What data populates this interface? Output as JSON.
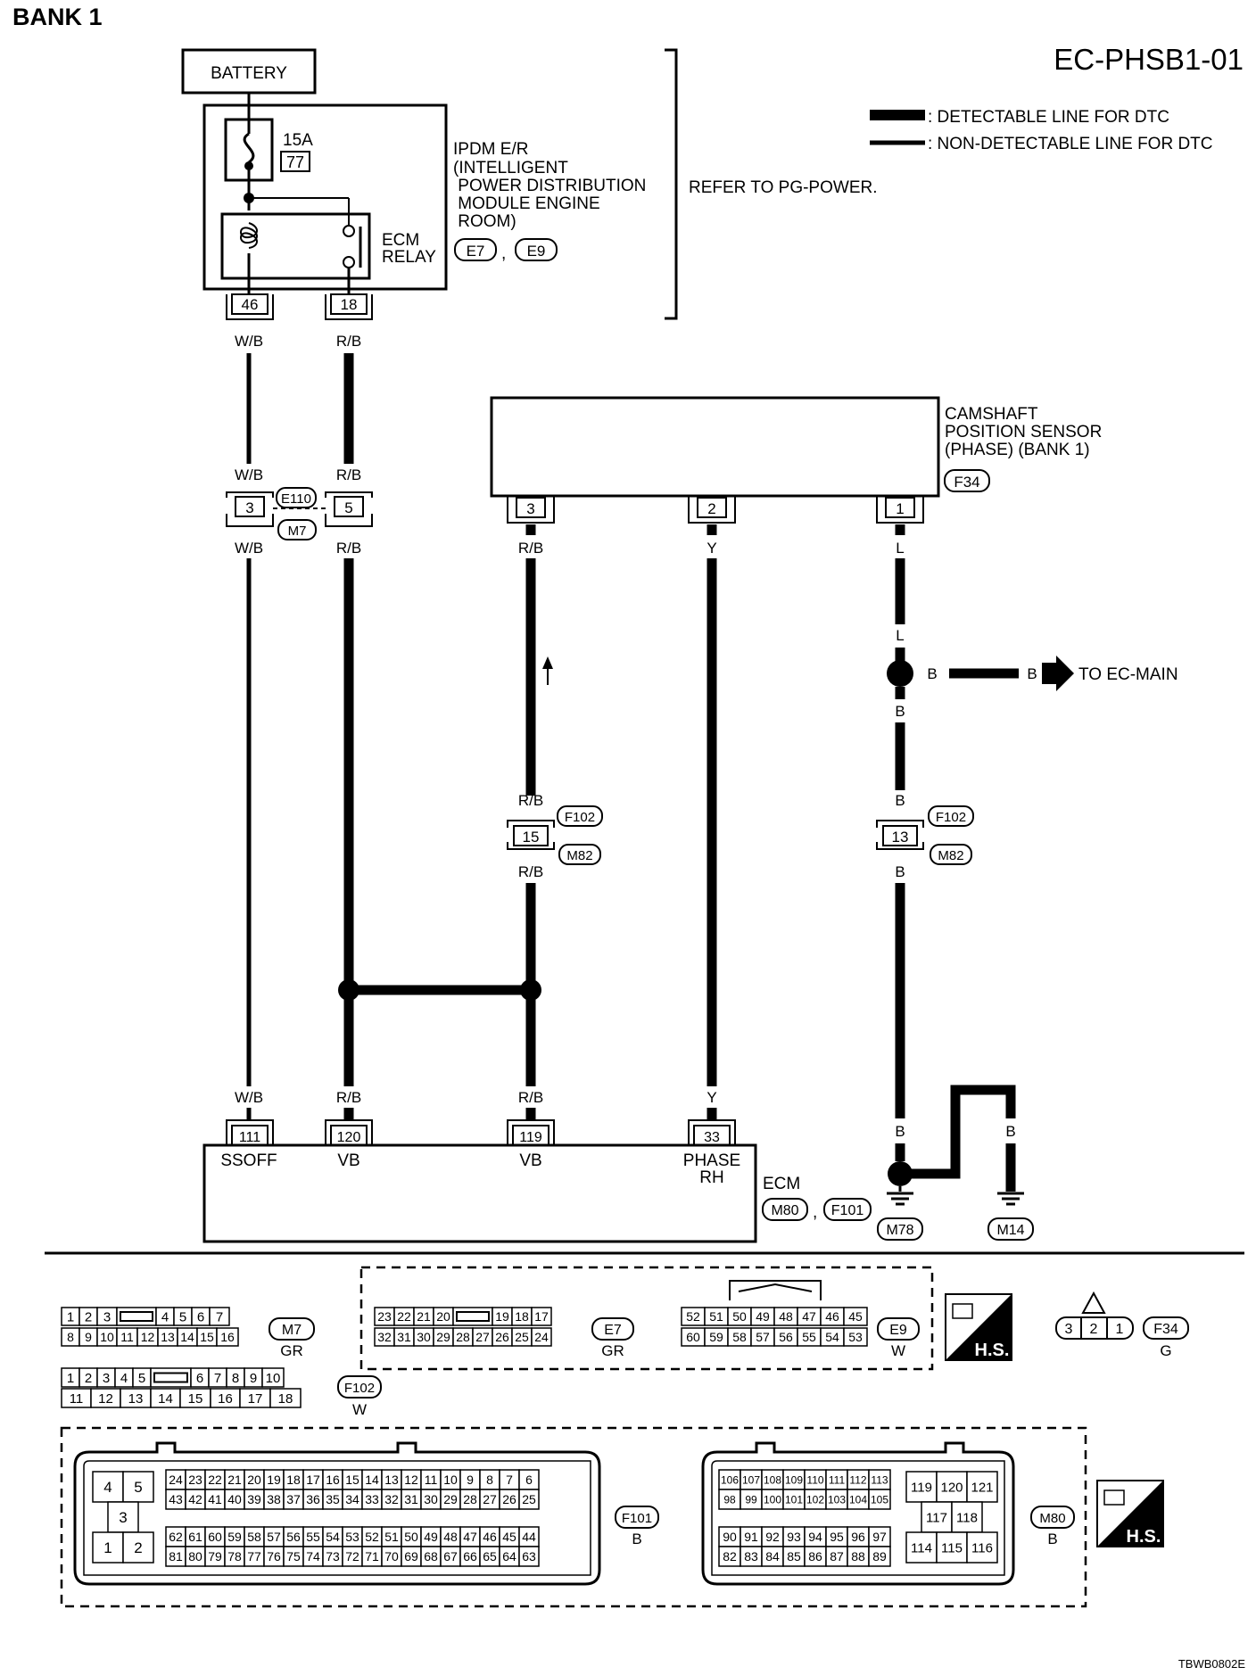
{
  "page_title": "BANK 1",
  "diagram_code": "EC-PHSB1-01",
  "footer_code": "TBWB0802E",
  "legend": {
    "detectable": ": DETECTABLE LINE FOR DTC",
    "non_detectable": ": NON-DETECTABLE LINE FOR DTC"
  },
  "refer_text": "REFER TO PG-POWER.",
  "battery": {
    "label": "BATTERY"
  },
  "ipdm": {
    "fuse_amp": "15A",
    "fuse_no": "77",
    "relay_label_1": "ECM",
    "relay_label_2": "RELAY",
    "name_lines": [
      "IPDM E/R",
      "(INTELLIGENT",
      " POWER DISTRIBUTION",
      " MODULE ENGINE",
      " ROOM)"
    ],
    "connector_1": "E7",
    "connector_sep": ",",
    "connector_2": "E9",
    "pin_left": "46",
    "pin_right": "18"
  },
  "sensor": {
    "name_lines": [
      "CAMSHAFT",
      "POSITION SENSOR",
      "(PHASE) (BANK 1)"
    ],
    "connector": "F34",
    "pins": [
      "3",
      "2",
      "1"
    ]
  },
  "wires": {
    "wb": "W/B",
    "rb": "R/B",
    "y": "Y",
    "l": "L",
    "b": "B"
  },
  "joint_e110": {
    "pin_left": "3",
    "pin_right": "5",
    "conn_top": "E110",
    "conn_bottom": "M7"
  },
  "joint_15": {
    "pin": "15",
    "conn_top": "F102",
    "conn_bottom": "M82"
  },
  "joint_13": {
    "pin": "13",
    "conn_top": "F102",
    "conn_bottom": "M82"
  },
  "to_ec_main": "TO EC-MAIN",
  "ecm": {
    "name": "ECM",
    "connector_1": "M80",
    "connector_sep": ",",
    "connector_2": "F101",
    "pins": [
      "111",
      "120",
      "119",
      "33"
    ],
    "pin_labels": [
      "SSOFF",
      "VB",
      "VB",
      "PHASE",
      "RH"
    ]
  },
  "grounds": [
    "M78",
    "M14"
  ],
  "connectors": {
    "m7": {
      "id": "M7",
      "color": "GR",
      "row1": [
        "1",
        "2",
        "3",
        "",
        "4",
        "5",
        "6",
        "7"
      ],
      "row2": [
        "8",
        "9",
        "10",
        "11",
        "12",
        "13",
        "14",
        "15",
        "16"
      ]
    },
    "f102": {
      "id": "F102",
      "color": "W",
      "row1": [
        "1",
        "2",
        "3",
        "4",
        "5",
        "",
        "6",
        "7",
        "8",
        "9",
        "10"
      ],
      "row2": [
        "11",
        "12",
        "13",
        "14",
        "15",
        "16",
        "17",
        "18"
      ]
    },
    "e7": {
      "id": "E7",
      "color": "GR",
      "row1": [
        "23",
        "22",
        "21",
        "20",
        "",
        "19",
        "18",
        "17"
      ],
      "row2": [
        "32",
        "31",
        "30",
        "29",
        "28",
        "27",
        "26",
        "25",
        "24"
      ]
    },
    "e9": {
      "id": "E9",
      "color": "W",
      "row1": [
        "52",
        "51",
        "50",
        "49",
        "48",
        "47",
        "46",
        "45"
      ],
      "row2": [
        "60",
        "59",
        "58",
        "57",
        "56",
        "55",
        "54",
        "53"
      ]
    },
    "hs": "H.S.",
    "f34": {
      "id": "F34",
      "color": "G",
      "pins": [
        "3",
        "2",
        "1"
      ]
    },
    "f101": {
      "id": "F101",
      "color": "B",
      "left_pins": [
        "4",
        "5",
        "3",
        "1",
        "2"
      ],
      "row1": [
        "24",
        "23",
        "22",
        "21",
        "20",
        "19",
        "18",
        "17",
        "16",
        "15",
        "14",
        "13",
        "12",
        "11",
        "10",
        "9",
        "8",
        "7",
        "6"
      ],
      "row2": [
        "43",
        "42",
        "41",
        "40",
        "39",
        "38",
        "37",
        "36",
        "35",
        "34",
        "33",
        "32",
        "31",
        "30",
        "29",
        "28",
        "27",
        "26",
        "25"
      ],
      "row3": [
        "62",
        "61",
        "60",
        "59",
        "58",
        "57",
        "56",
        "55",
        "54",
        "53",
        "52",
        "51",
        "50",
        "49",
        "48",
        "47",
        "46",
        "45",
        "44"
      ],
      "row4": [
        "81",
        "80",
        "79",
        "78",
        "77",
        "76",
        "75",
        "74",
        "73",
        "72",
        "71",
        "70",
        "69",
        "68",
        "67",
        "66",
        "65",
        "64",
        "63"
      ]
    },
    "m80": {
      "id": "M80",
      "color": "B",
      "row1": [
        "106",
        "107",
        "108",
        "109",
        "110",
        "111",
        "112",
        "113"
      ],
      "row2": [
        "98",
        "99",
        "100",
        "101",
        "102",
        "103",
        "104",
        "105"
      ],
      "row3": [
        "90",
        "91",
        "92",
        "93",
        "94",
        "95",
        "96",
        "97"
      ],
      "row4": [
        "82",
        "83",
        "84",
        "85",
        "86",
        "87",
        "88",
        "89"
      ],
      "right_row1": [
        "119",
        "120",
        "121"
      ],
      "right_row2": [
        "117",
        "118"
      ],
      "right_row3": [
        "114",
        "115",
        "116"
      ]
    }
  }
}
